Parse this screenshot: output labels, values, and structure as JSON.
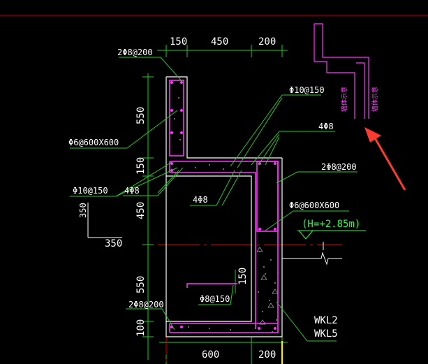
{
  "colors": {
    "background": "#000000",
    "dimension": "#22cc22",
    "outline": "#ffffff",
    "rebar": "#ff33ff",
    "axis": "#ff0000",
    "arrow": "#ff3b30",
    "level": "#22ff44"
  },
  "dimensions": {
    "top": [
      "150",
      "450",
      "200"
    ],
    "left": [
      "550",
      "150",
      "450",
      "550",
      "100"
    ],
    "bottom": [
      "600",
      "200"
    ],
    "inner_150": "150",
    "bracket_350_v": "350",
    "bracket_350_h": "350"
  },
  "rebar_labels": {
    "top_left": "2Φ8@200",
    "phi10_150_top": "Φ10@150",
    "mesh_left": "Φ6@600X600",
    "phi8_right": "4Φ8",
    "right_200": "2Φ8@200",
    "phi10_150_left": "Φ10@150",
    "four_phi8_left": "4Φ8",
    "four_phi8_mid": "4Φ8",
    "mesh_right": "Φ6@600X600",
    "inner_phi8_150": "Φ8@150",
    "bottom_left": "2Φ8@200"
  },
  "level_mark": "(H=+2.85m)",
  "beam_labels": [
    "WKL2",
    "WKL5"
  ],
  "detail_labels": [
    "墙体示意",
    "墙体示意"
  ]
}
